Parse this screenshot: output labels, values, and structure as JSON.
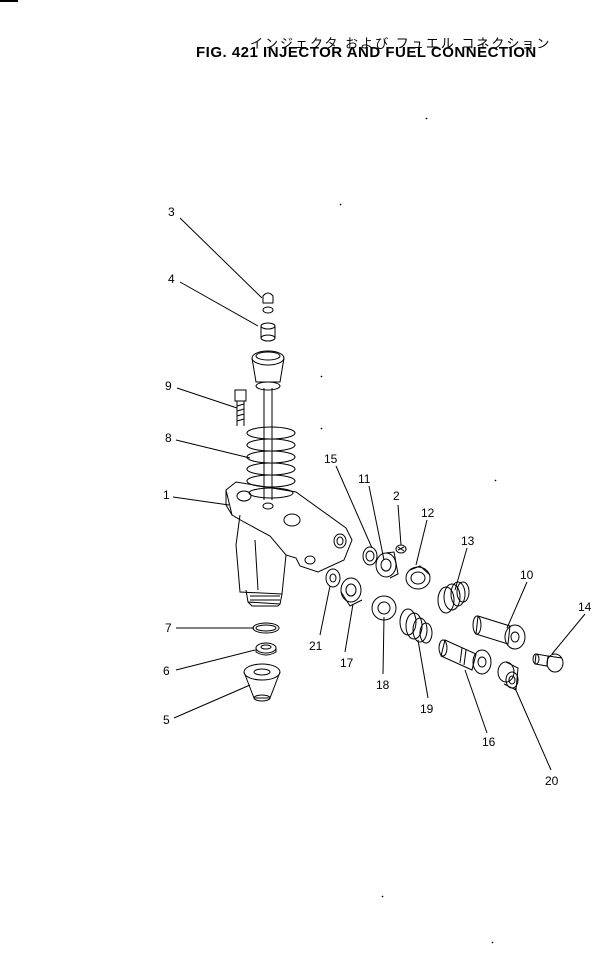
{
  "header": {
    "title_jp": "インジェクタ および フュエル コネクション",
    "title_en": "FIG. 421  INJECTOR AND FUEL CONNECTION"
  },
  "callouts": [
    {
      "id": "3",
      "label": "3"
    },
    {
      "id": "4",
      "label": "4"
    },
    {
      "id": "9",
      "label": "9"
    },
    {
      "id": "8",
      "label": "8"
    },
    {
      "id": "1",
      "label": "1"
    },
    {
      "id": "7",
      "label": "7"
    },
    {
      "id": "6",
      "label": "6"
    },
    {
      "id": "5",
      "label": "5"
    },
    {
      "id": "15",
      "label": "15"
    },
    {
      "id": "11",
      "label": "11"
    },
    {
      "id": "2",
      "label": "2"
    },
    {
      "id": "12",
      "label": "12"
    },
    {
      "id": "13",
      "label": "13"
    },
    {
      "id": "10",
      "label": "10"
    },
    {
      "id": "14",
      "label": "14"
    },
    {
      "id": "21",
      "label": "21"
    },
    {
      "id": "17",
      "label": "17"
    },
    {
      "id": "18",
      "label": "18"
    },
    {
      "id": "19",
      "label": "19"
    },
    {
      "id": "16",
      "label": "16"
    },
    {
      "id": "20",
      "label": "20"
    }
  ]
}
